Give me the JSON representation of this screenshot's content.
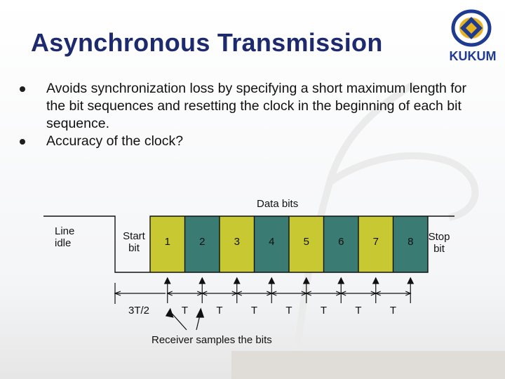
{
  "slide": {
    "title": "Asynchronous Transmission",
    "bullets": [
      "Avoids synchronization loss by specifying a short maximum length for the bit sequences and resetting the clock in the beginning of each bit sequence.",
      "Accuracy of the clock?"
    ],
    "logo_text": "KUKUM"
  },
  "diagram": {
    "data_bits_label": "Data bits",
    "line_idle_label": [
      "Line",
      "idle"
    ],
    "start_bit_label": [
      "Start",
      "bit"
    ],
    "stop_bit_label": [
      "Stop",
      "bit"
    ],
    "bit_numbers": [
      "1",
      "2",
      "3",
      "4",
      "5",
      "6",
      "7",
      "8"
    ],
    "bit_levels": [
      "high",
      "low",
      "high",
      "low",
      "high",
      "low",
      "high",
      "low"
    ],
    "first_interval_label": "3T/2",
    "interval_label": "T",
    "receiver_label": "Receiver samples the bits",
    "colors": {
      "high_bit": "#c8c832",
      "low_bit": "#3a7b74",
      "signal_line": "#111111"
    }
  }
}
